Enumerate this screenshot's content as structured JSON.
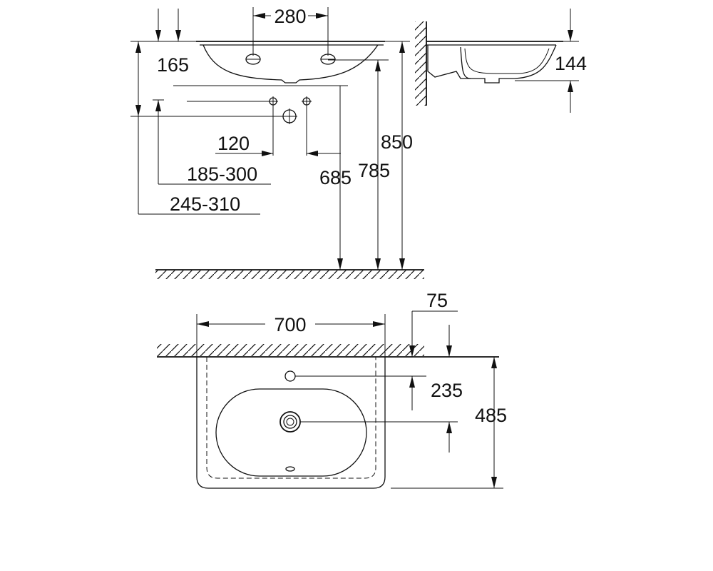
{
  "dimensions": {
    "tap_hole_spacing": "280",
    "basin_depth_front": "165",
    "basin_depth_side": "144",
    "hole_offset": "120",
    "tap_range": "185-300",
    "waste_range": "245-310",
    "height_685": "685",
    "height_785": "785",
    "height_850": "850",
    "wall_gap": "75",
    "width": "700",
    "tap_hole_depth": "235",
    "overall_depth": "485"
  }
}
